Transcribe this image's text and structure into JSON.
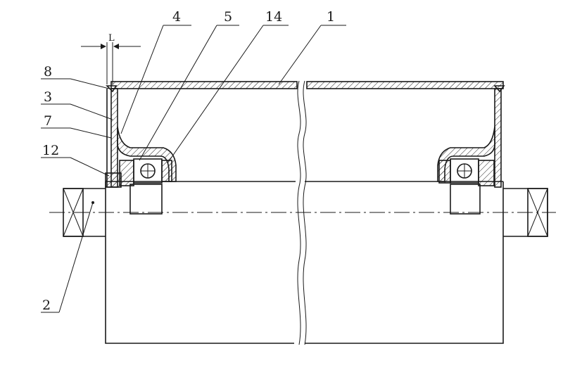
{
  "labels": {
    "dim_L": "L",
    "p1": "1",
    "p2": "2",
    "p3": "3",
    "p4": "4",
    "p5": "5",
    "p7": "7",
    "p8": "8",
    "p12": "12",
    "p14": "14"
  }
}
